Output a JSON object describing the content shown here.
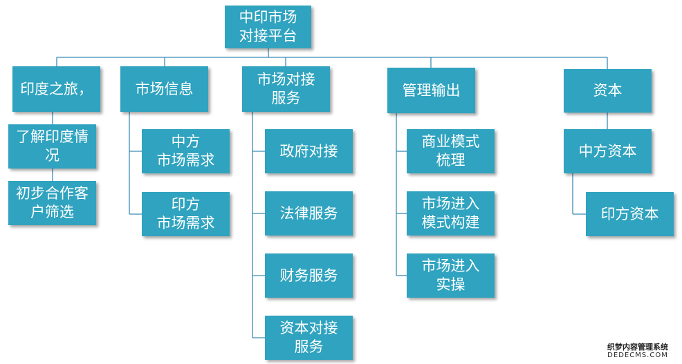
{
  "colors": {
    "node_fill": "#2fa3bf",
    "node_text": "#ffffff",
    "connector": "#3a8bb8"
  },
  "root": {
    "lines": [
      "中印市场",
      "对接平台"
    ]
  },
  "branches": [
    {
      "title": [
        "印度之旅，"
      ],
      "children": [
        [
          "了解印度情",
          "况"
        ],
        [
          "初步合作客",
          "户筛选"
        ]
      ]
    },
    {
      "title": [
        "市场信息"
      ],
      "children": [
        [
          "中方",
          "市场需求"
        ],
        [
          "印方",
          "市场需求"
        ]
      ]
    },
    {
      "title": [
        "市场对接",
        "服务"
      ],
      "children": [
        [
          "政府对接"
        ],
        [
          "法律服务"
        ],
        [
          "财务服务"
        ],
        [
          "资本对接",
          "服务"
        ]
      ]
    },
    {
      "title": [
        "管理输出"
      ],
      "children": [
        [
          "商业模式",
          "梳理"
        ],
        [
          "市场进入",
          "模式构建"
        ],
        [
          "市场进入",
          "实操"
        ]
      ]
    },
    {
      "title": [
        "资本"
      ],
      "children": [
        [
          "中方资本"
        ],
        [
          "印方资本"
        ]
      ]
    }
  ],
  "watermark": {
    "line1": "织梦内容管理系统",
    "line2": "DEDECMS.COM"
  }
}
